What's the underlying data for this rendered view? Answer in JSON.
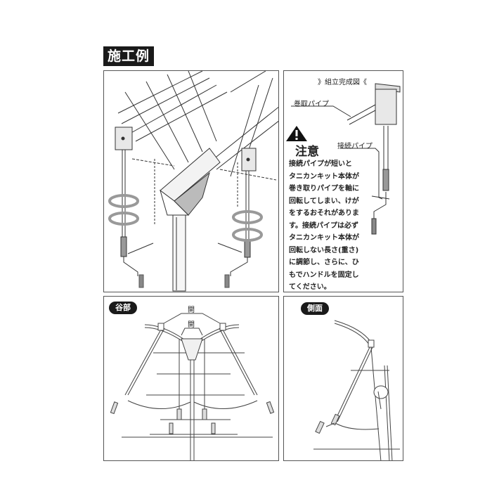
{
  "page": {
    "title": "施工例"
  },
  "panel_main": {
    "description": "Valley gutter installation illustration with two winding units and rotation arrows"
  },
  "panel_assembly": {
    "heading": "》組立完成図《",
    "labels": {
      "winding_pipe": "巻取パイプ",
      "connecting_pipe": "接続パイプ"
    },
    "caution": {
      "icon": "warning-triangle-icon",
      "title": "注意",
      "lines": [
        "接続パイプが短いと",
        "タニカンキット本体が",
        "巻き取りパイプを軸に",
        "回転してしまい、けが",
        "をするおそれがありま",
        "す。接続パイプは必ず",
        "タニカンキット本体が",
        "回転しない長さ(重さ)",
        "に調節し、さらに、ひ",
        "もでハンドルを固定し",
        "てください。"
      ]
    }
  },
  "panel_valley": {
    "badge": "谷部",
    "labels": {
      "open_outer": "開",
      "open_inner": "開"
    }
  },
  "panel_side": {
    "badge": "側面"
  }
}
